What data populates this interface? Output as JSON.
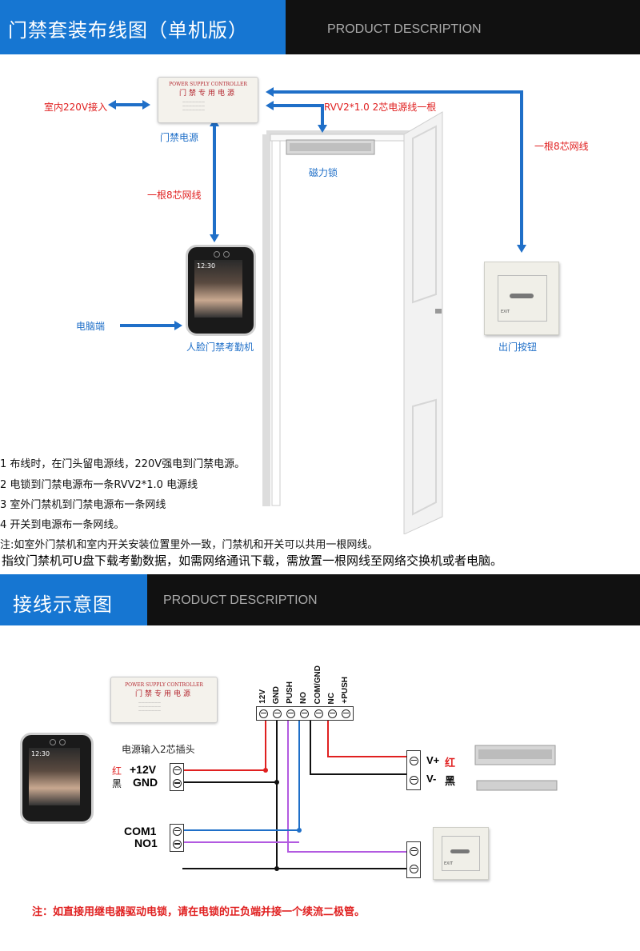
{
  "header1": {
    "title": "门禁套装布线图（单机版）",
    "subtitle": "PRODUCT DESCRIPTION"
  },
  "header2": {
    "title": "接线示意图",
    "subtitle": "PRODUCT DESCRIPTION"
  },
  "psu": {
    "label_en": "POWER SUPPLY CONTROLLER",
    "label_cn": "门禁专用电源",
    "caption": "门禁电源"
  },
  "labels": {
    "ac_input": "室内220V接入",
    "rvv_cable": "RVV2*1.0 2芯电源线一根",
    "maglock": "磁力锁",
    "net_cable_left": "一根8芯网线",
    "net_cable_right": "一根8芯网线",
    "pc": "电脑端",
    "face_terminal": "人脸门禁考勤机",
    "exit_button": "出门按钮",
    "exit_text": "EXIT"
  },
  "device_screen": {
    "time": "12:30"
  },
  "notes": [
    "1  布线时，在门头留电源线，220V强电到门禁电源。",
    "2 电锁到门禁电源布一条RVV2*1.0 电源线",
    "3 室外门禁机到门禁电源布一条网线",
    "4 开关到电源布一条网线。",
    " 注:如室外门禁机和室内开关安装位置里外一致，门禁机和开关可以共用一根网线。"
  ],
  "footnote": "指纹门禁机可U盘下载考勤数据，如需网络通讯下载，需放置一根网线至网络交换机或者电脑。",
  "wiring": {
    "terminals": [
      "12V",
      "GND",
      "PUSH",
      "NO",
      "COM/GND",
      "NC",
      "+PUSH"
    ],
    "power_input_label": "电源输入2芯插头",
    "color_red": "红",
    "color_black": "黑",
    "plus12v": "+12V",
    "gnd": "GND",
    "com1": "COM1",
    "no1": "NO1",
    "v_plus": "V+",
    "v_minus": "V-",
    "v_plus_color": "红",
    "v_minus_color": "黑",
    "warning": "注：如直接用继电器驱动电锁，请在电锁的正负端并接一个续流二极管。"
  },
  "colors": {
    "header_blue": "#1676d2",
    "cable_blue": "#1f6fc8",
    "wire_red": "#e02020",
    "wire_purple": "#b25ae0",
    "wire_black": "#111111"
  }
}
